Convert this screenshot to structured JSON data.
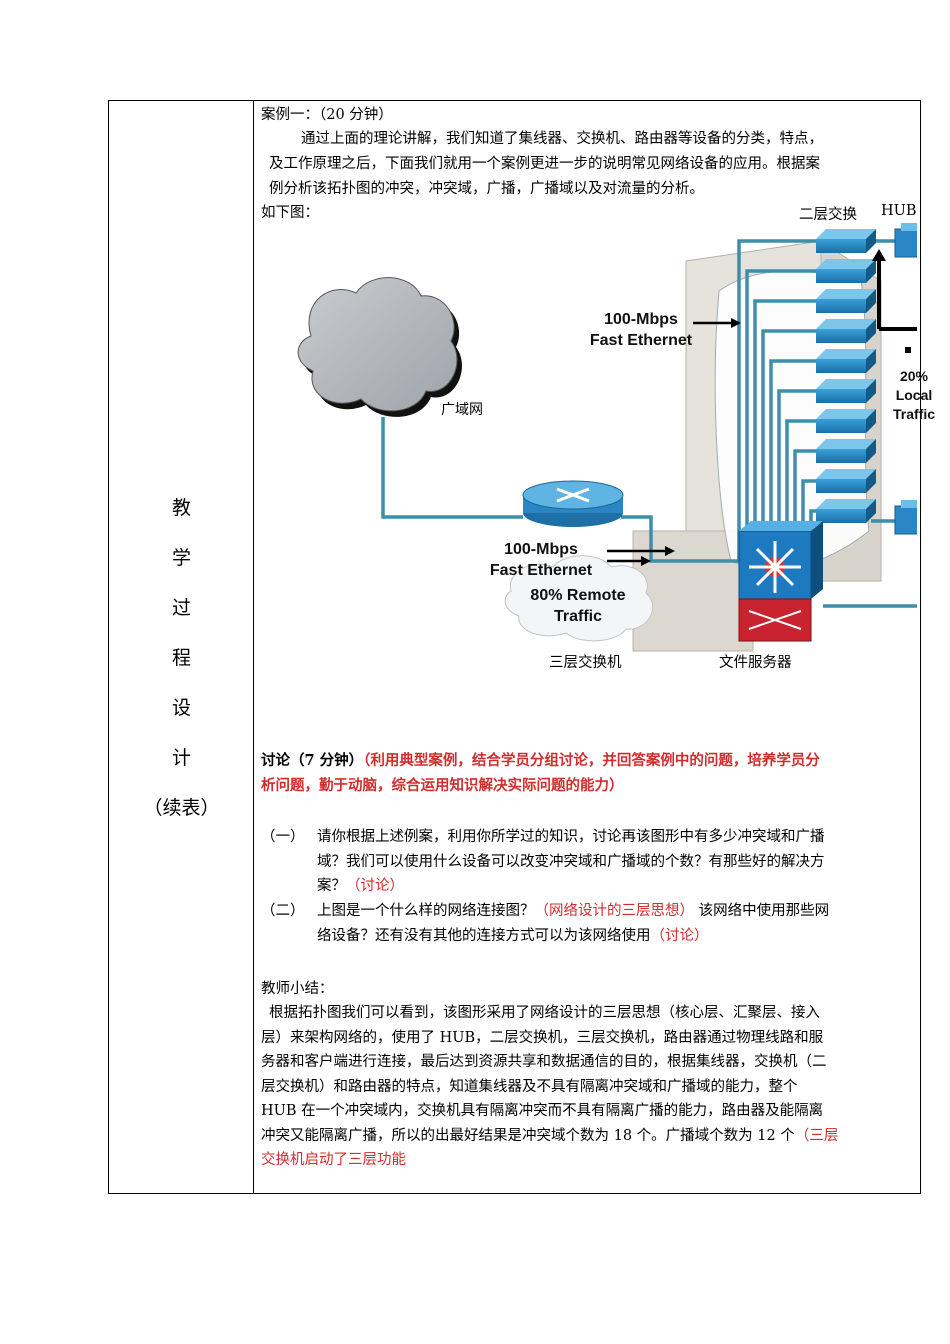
{
  "left_title": [
    "教",
    "学",
    "过",
    "程",
    "设",
    "计",
    "（续表）"
  ],
  "case": {
    "heading": "案例一：（20 分钟）",
    "para": [
      "通过上面的理论讲解，我们知道了集线器、交换机、路由器等设备的分类，特点，",
      "及工作原理之后，下面我们就用一个案例更进一步的说明常见网络设备的应用。根据案",
      "例分析该拓扑图的冲突，冲突域，广播，广播域以及对流量的分析。"
    ],
    "figure_intro": "如下图："
  },
  "diagram": {
    "label_l2_switch": "二层交换",
    "label_hub": "HUB",
    "label_wan": "广域网",
    "label_fe_top_1": "100-Mbps",
    "label_fe_top_2": "Fast Ethernet",
    "label_fe_bottom_1": "100-Mbps",
    "label_fe_bottom_2": "Fast Ethernet",
    "label_local_1": "20%",
    "label_local_2": "Local",
    "label_local_3": "Traffic",
    "label_remote_1": "80% Remote",
    "label_remote_2": "Traffic",
    "label_l3_switch": "三层交换机",
    "label_file_server": "文件服务器"
  },
  "discussion": {
    "title": "讨论（7 分钟）",
    "note_line1": "（利用典型案例，结合学员分组讨论，并回答案例中的问题，培养学员分",
    "note_line2": "析问题，勤于动脑，综合运用知识解决实际问题的能力）",
    "q1_num": "（一）",
    "q1_line1": "请你根据上述例案，利用你所学过的知识，讨论再该图形中有多少冲突域和广播",
    "q1_line2": "域？我们可以使用什么设备可以改变冲突域和广播域的个数？有那些好的解决方",
    "q1_line3": "案？",
    "q1_tag": "（讨论）",
    "q2_num": "（二）",
    "q2_line1_a": "上图是一个什么样的网络连接图？",
    "q2_line1_tag": "（网络设计的三层思想）",
    "q2_line1_b": " 该网络中使用那些网",
    "q2_line2": "络设备？还有没有其他的连接方式可以为该网络使用",
    "q2_tag": "（讨论）"
  },
  "summary": {
    "title": "教师小结：",
    "lines": [
      "根据拓扑图我们可以看到，该图形采用了网络设计的三层思想（核心层、汇聚层、接入",
      "层）来架构网络的，使用了 HUB，二层交换机，三层交换机，路由器通过物理线路和服",
      "务器和客户端进行连接，最后达到资源共享和数据通信的目的，根据集线器，交换机（二",
      "层交换机）和路由器的特点，知道集线器及不具有隔离冲突域和广播域的能力，整个",
      "HUB 在一个冲突域内，交换机具有隔离冲突而不具有隔离广播的能力，路由器及能隔离",
      "冲突又能隔离广播，所以的出最好结果是冲突域个数为 18 个。广播域个数为 12 个"
    ],
    "tail_red_1": "（三层",
    "tail_red_2": "交换机启动了三层功能"
  }
}
